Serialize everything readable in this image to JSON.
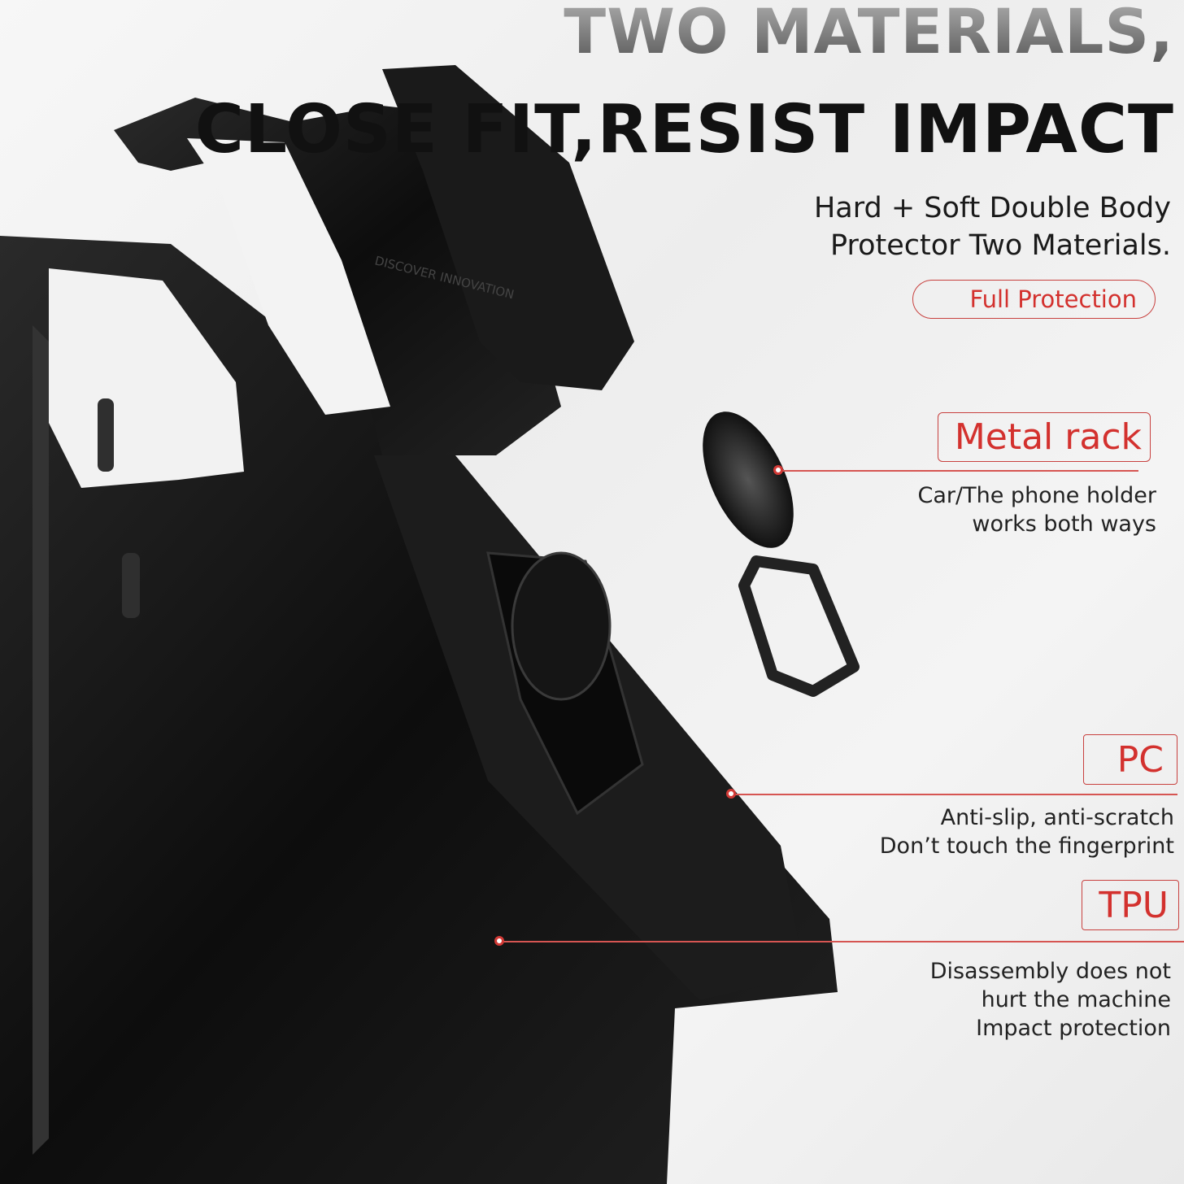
{
  "headline": {
    "line1": "TWO MATERIALS,",
    "line2": "CLOSE FIT,RESIST IMPACT"
  },
  "subtitle": {
    "line1": "Hard + Soft Double Body",
    "line2": "Protector Two Materials."
  },
  "badge_full_protection": "Full Protection",
  "callouts": [
    {
      "label": "Metal rack",
      "description": [
        "Car/The phone holder",
        "works both ways"
      ]
    },
    {
      "label": "PC",
      "description": [
        "Anti-slip, anti-scratch",
        "Don’t touch the fingerprint"
      ]
    },
    {
      "label": "TPU",
      "description": [
        "Disassembly does not",
        "hurt the machine",
        "Impact protection"
      ]
    }
  ],
  "case_embossed_text": "DISCOVER INNOVATION",
  "colors": {
    "accent_red": "#d3312e",
    "case": "#151515",
    "headline_dark": "#111111",
    "headline_gray": "#7a7a7a"
  }
}
